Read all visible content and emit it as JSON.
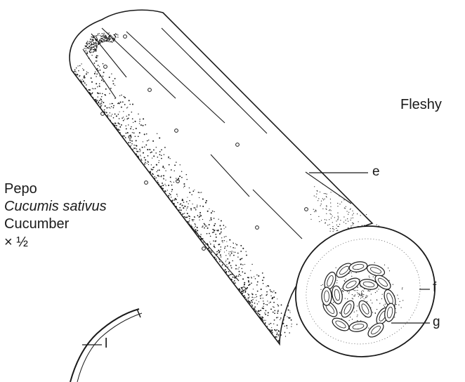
{
  "caption": {
    "category": "Fleshy",
    "fruit_type": "Pepo",
    "species": "Cucumis sativus",
    "common_name": "Cucumber",
    "scale": "× ½"
  },
  "labels": {
    "e": "e",
    "f": "f",
    "g": "g",
    "l": "l"
  },
  "colors": {
    "ink": "#1a1a1a",
    "paper": "#ffffff"
  }
}
